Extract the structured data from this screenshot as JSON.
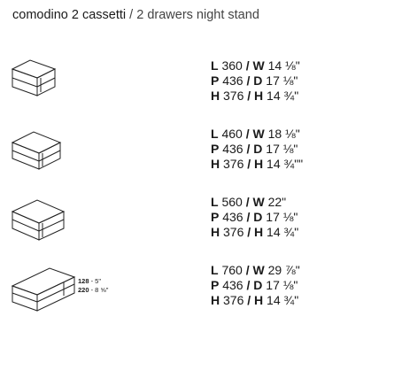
{
  "title": {
    "main": "comodino 2 cassetti",
    "subtitle": " / 2 drawers night stand"
  },
  "variants": [
    {
      "rows": [
        {
          "k1": "L",
          "v1": " 360 ",
          "k2": "W",
          "v2": " 14 ⅛\""
        },
        {
          "k1": "P",
          "v1": " 436 ",
          "k2": "D",
          "v2": " 17 ⅛\""
        },
        {
          "k1": "H",
          "v1": " 376 ",
          "k2": "H",
          "v2": " 14 ¾\""
        }
      ]
    },
    {
      "rows": [
        {
          "k1": "L",
          "v1": " 460 ",
          "k2": "W",
          "v2": " 18 ⅛\""
        },
        {
          "k1": "P",
          "v1": " 436 ",
          "k2": "D",
          "v2": " 17 ⅛\""
        },
        {
          "k1": "H",
          "v1": " 376 ",
          "k2": "H",
          "v2": " 14 ¾\"\""
        }
      ]
    },
    {
      "rows": [
        {
          "k1": "L",
          "v1": " 560 ",
          "k2": "W",
          "v2": " 22\""
        },
        {
          "k1": "P",
          "v1": " 436 ",
          "k2": "D",
          "v2": " 17 ⅛\""
        },
        {
          "k1": "H",
          "v1": " 376 ",
          "k2": "H",
          "v2": " 14 ¾\""
        }
      ]
    },
    {
      "rows": [
        {
          "k1": "L",
          "v1": " 760 ",
          "k2": "W",
          "v2": " 29 ⅞\""
        },
        {
          "k1": "P",
          "v1": " 436 ",
          "k2": "D",
          "v2": " 17 ⅛\""
        },
        {
          "k1": "H",
          "v1": " 376 ",
          "k2": "H",
          "v2": " 14 ¾\""
        }
      ],
      "drawer_notes": [
        {
          "mm": "128",
          "inch": " - 5\""
        },
        {
          "mm": "220",
          "inch": " - 8 ⅝\""
        }
      ]
    }
  ]
}
